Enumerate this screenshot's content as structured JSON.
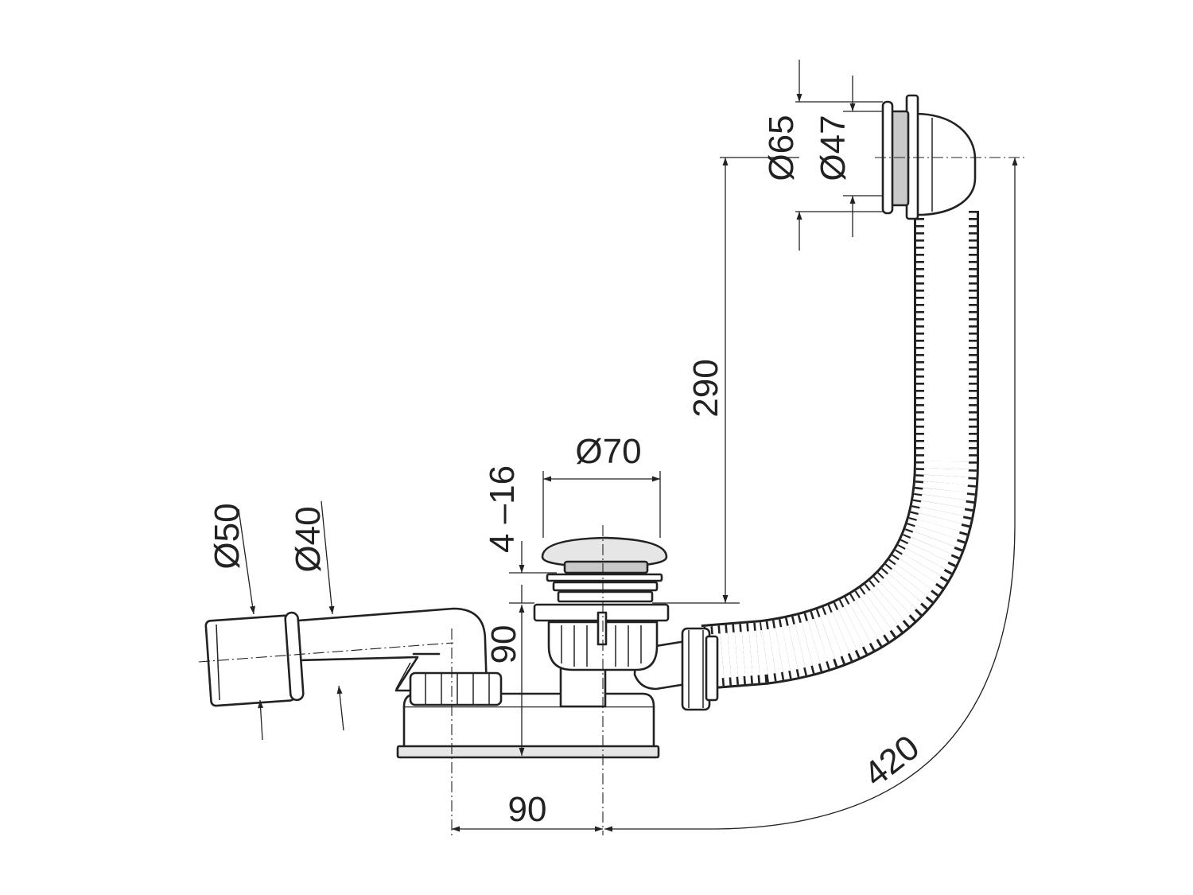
{
  "drawing": {
    "dimensions": {
      "overflow_outer_diameter": "Ø65",
      "overflow_inner_diameter": "Ø47",
      "overflow_height": "290",
      "plug_diameter": "Ø70",
      "plug_adjustment": "4 –16",
      "trap_height": "90",
      "outlet_outer_diameter": "Ø50",
      "outlet_inner_diameter": "Ø40",
      "outlet_offset": "90",
      "hose_length": "420"
    }
  }
}
